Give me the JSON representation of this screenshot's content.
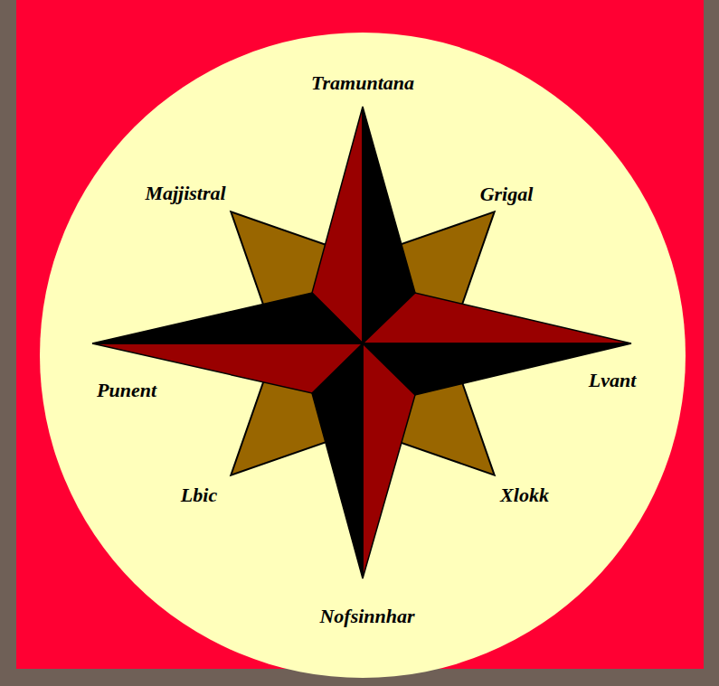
{
  "diagram": {
    "labels": [
      "Tramuntana",
      "Majjistral",
      "Grigal",
      "Punent",
      "Lvant",
      "Lbic",
      "Xlokk",
      "Nofsinnhar"
    ]
  }
}
